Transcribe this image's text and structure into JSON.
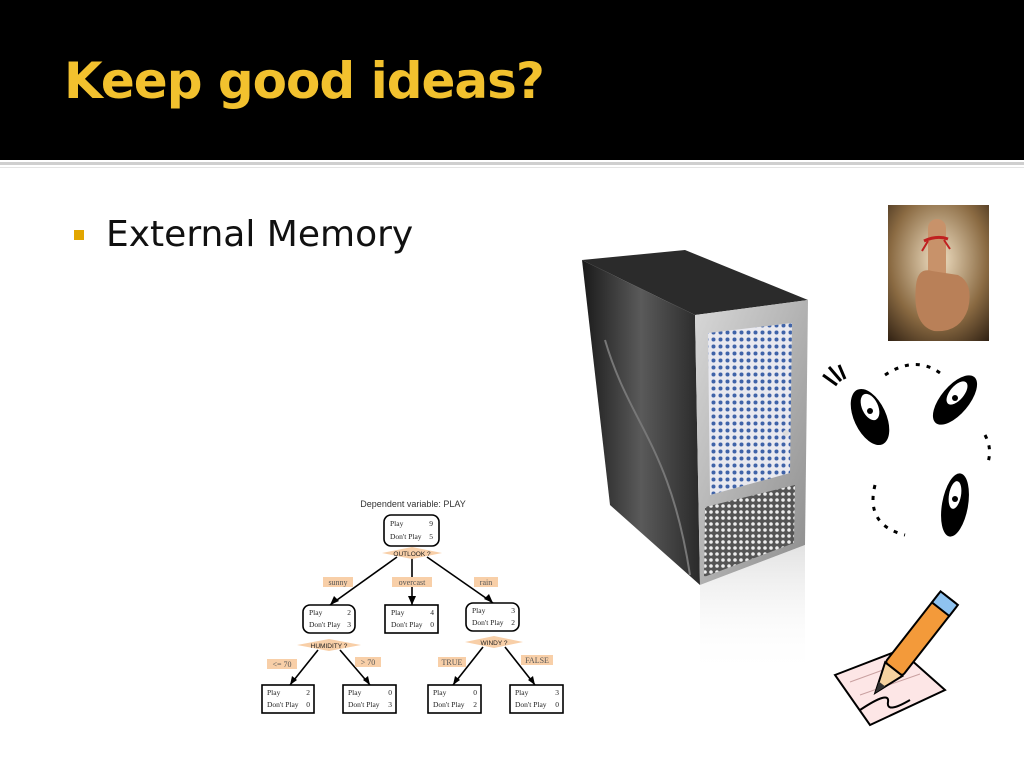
{
  "slide": {
    "title": "Keep good ideas?",
    "bullets": [
      "External Memory"
    ],
    "accent_color": "#f2c12e",
    "bullet_color": "#e2a600"
  },
  "decision_tree": {
    "heading": "Dependent variable: PLAY",
    "root": {
      "play_label": "Play",
      "play": "9",
      "dont_label": "Don't Play",
      "dont": "5",
      "split": "OUTLOOK ?"
    },
    "branches": [
      "sunny",
      "overcast",
      "rain"
    ],
    "sunny": {
      "play_label": "Play",
      "play": "2",
      "dont_label": "Don't Play",
      "dont": "3",
      "split": "HUMIDITY ?"
    },
    "overcast": {
      "play_label": "Play",
      "play": "4",
      "dont_label": "Don't Play",
      "dont": "0"
    },
    "rain": {
      "play_label": "Play",
      "play": "3",
      "dont_label": "Don't Play",
      "dont": "2",
      "split": "WINDY ?"
    },
    "humidity_branches": [
      "<= 70",
      "> 70"
    ],
    "windy_branches": [
      "TRUE",
      "FALSE"
    ],
    "leaves": [
      {
        "play_label": "Play",
        "play": "2",
        "dont_label": "Don't Play",
        "dont": "0"
      },
      {
        "play_label": "Play",
        "play": "0",
        "dont_label": "Don't Play",
        "dont": "3"
      },
      {
        "play_label": "Play",
        "play": "0",
        "dont_label": "Don't Play",
        "dont": "2"
      },
      {
        "play_label": "Play",
        "play": "3",
        "dont_label": "Don't Play",
        "dont": "0"
      }
    ]
  },
  "images": {
    "computer": "server-tower-icon",
    "finger": "finger-with-string-icon",
    "footprints": "footprints-icon",
    "notepad": "pencil-and-paper-icon"
  }
}
